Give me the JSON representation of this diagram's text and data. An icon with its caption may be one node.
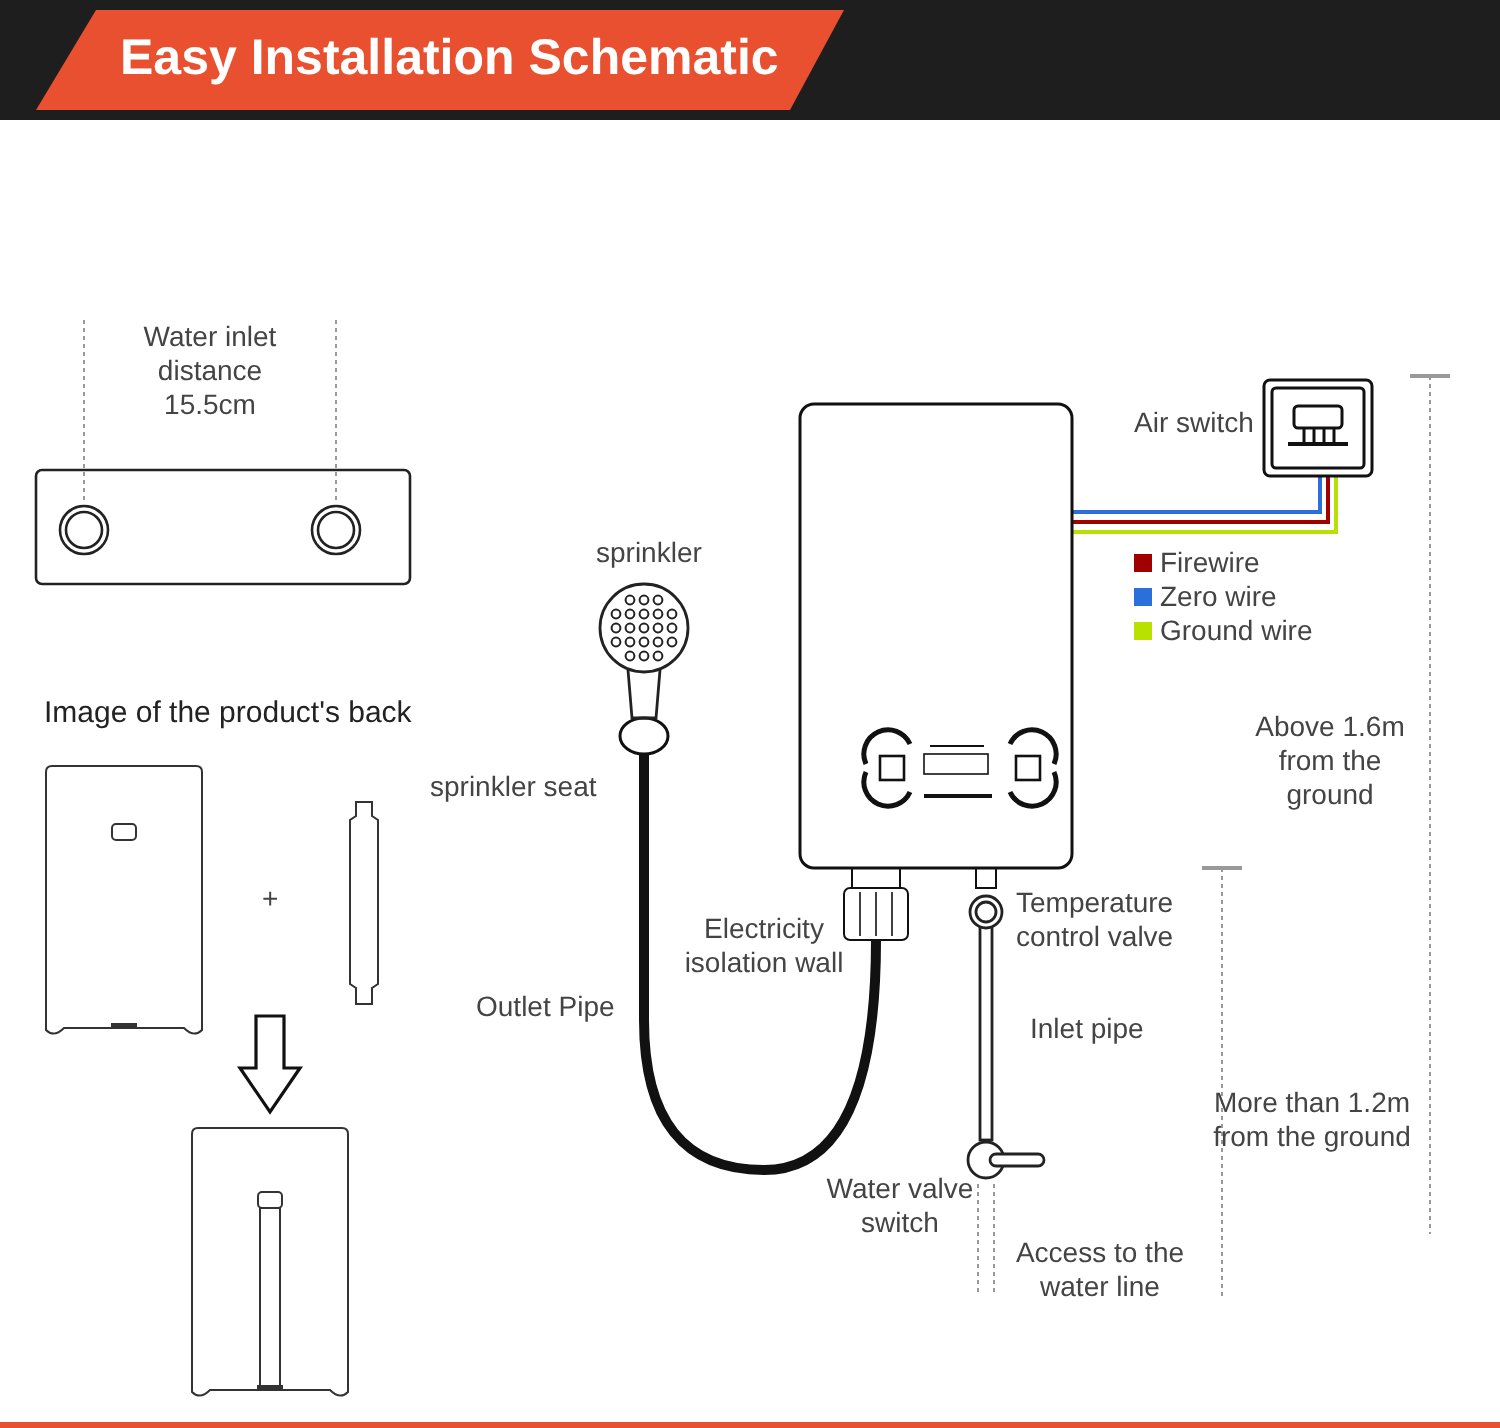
{
  "diagram": {
    "title": "Easy Installation Schematic",
    "nodes": [
      {
        "text": [],
        "shape": "picture"
      },
      {
        "text": [],
        "shape": "picture"
      },
      {
        "text": [],
        "shape": "picture"
      },
      {
        "text": [],
        "shape": "picture"
      },
      {
        "text": [],
        "shape": "picture"
      },
      {
        "text": [],
        "shape": "circle"
      }
    ],
    "edges": [
      {
        "from": 0,
        "to": 2,
        "arrow": "to"
      },
      {
        "from": 4,
        "to": 3,
        "arrow": "none",
        "color": "#a00000"
      },
      {
        "from": 4,
        "to": 3,
        "arrow": "none",
        "color": "#2a6fdb"
      },
      {
        "from": 4,
        "to": 3,
        "arrow": "none",
        "color": "#b8e000"
      },
      {
        "from": 5,
        "to": 3,
        "arrow": "none",
        "style": "thick",
        "color": "#111111"
      }
    ],
    "labels": [
      "Water inlet distance 15.5cm",
      "Air switch",
      "sprinkler",
      "Image of the product's back",
      "Above 1.6m from the ground",
      "sprinkler seat",
      "+",
      "Electricity isolation wall",
      "Temperature control valve",
      "Outlet Pipe",
      "Inlet pipe",
      "More than 1.2m from the ground",
      "Water valve switch",
      "Access to the water line"
    ],
    "legend": [
      {
        "text": "Firewire",
        "color": "#a00000"
      },
      {
        "text": "Zero wire",
        "color": "#2a6fdb"
      },
      {
        "text": "Ground wire",
        "color": "#b8e000"
      }
    ]
  }
}
